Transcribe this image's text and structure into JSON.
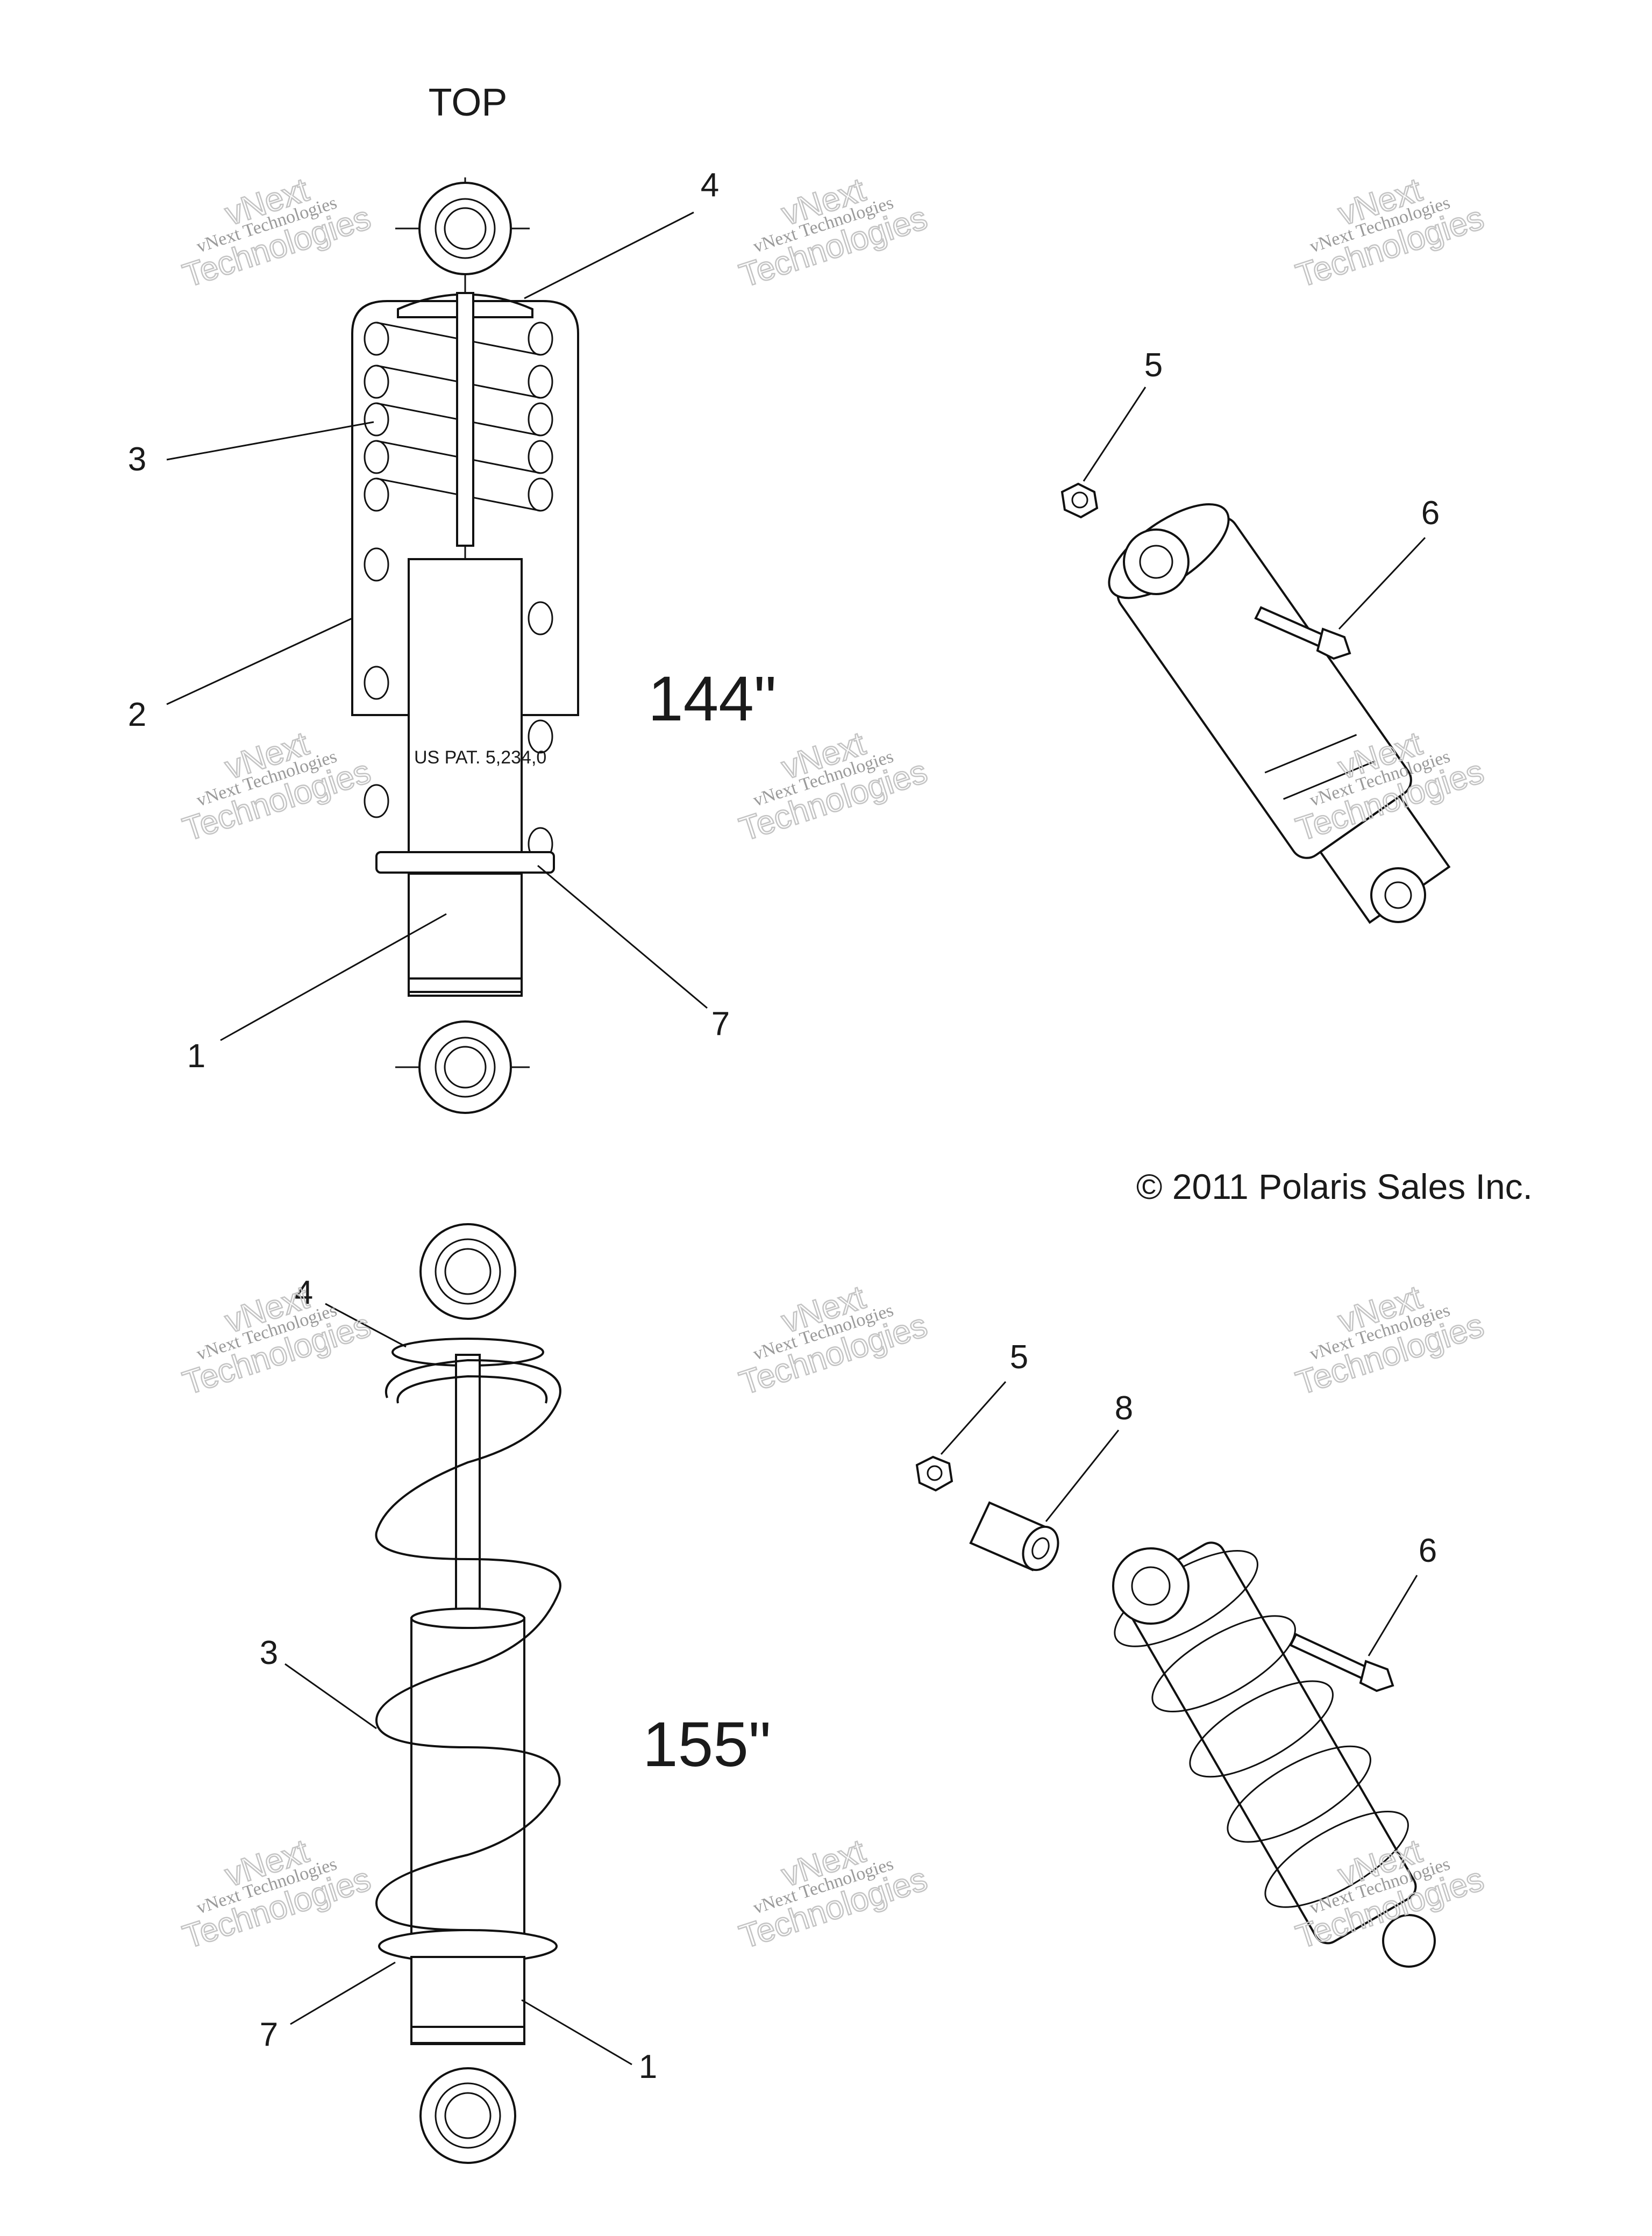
{
  "top_label": "TOP",
  "copyright": "© 2011 Polaris Sales Inc.",
  "stamp_text": "US PAT. 5,234,0",
  "watermark": {
    "line1": "vNext Technologies",
    "line2": "Technologies",
    "line3": "vNext"
  },
  "diagram_144": {
    "size_label": "144\"",
    "callouts": {
      "c1": "1",
      "c2": "2",
      "c3": "3",
      "c4": "4",
      "c5": "5",
      "c6": "6",
      "c7": "7"
    }
  },
  "diagram_155": {
    "size_label": "155\"",
    "callouts": {
      "c1": "1",
      "c3": "3",
      "c4": "4",
      "c5": "5",
      "c6": "6",
      "c7": "7",
      "c8": "8"
    }
  }
}
